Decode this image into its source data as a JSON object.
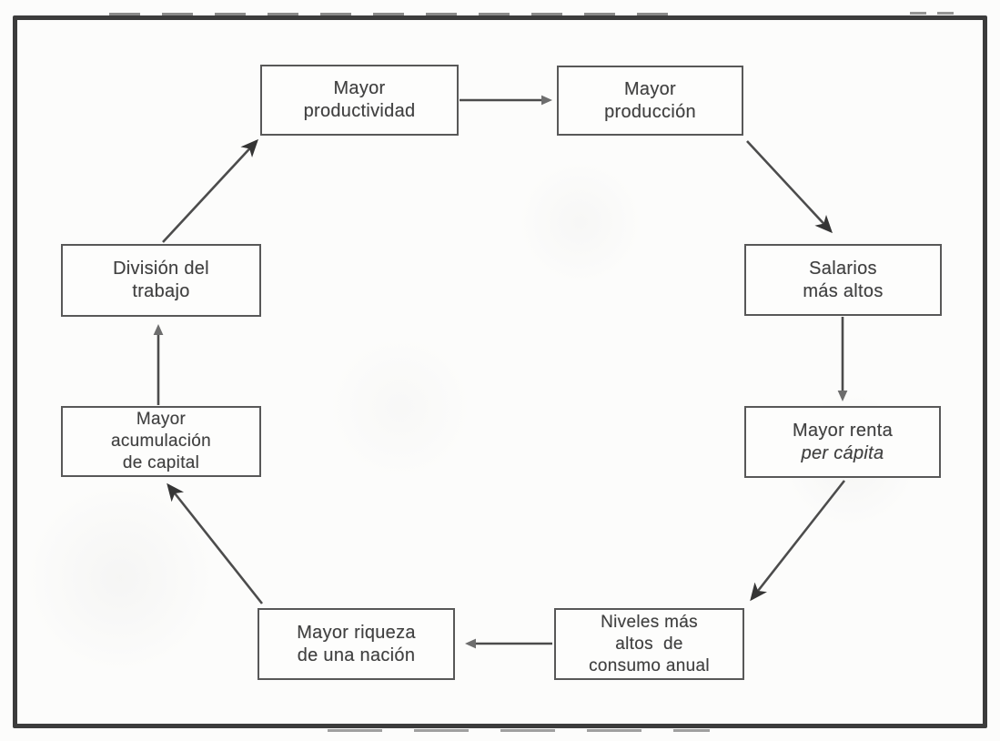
{
  "diagram": {
    "nodes": {
      "productividad": {
        "lines": [
          "Mayor",
          "productividad"
        ]
      },
      "produccion": {
        "lines": [
          "Mayor",
          "producción"
        ]
      },
      "salarios": {
        "lines": [
          "Salarios",
          "más altos"
        ]
      },
      "renta": {
        "lines": [
          "Mayor renta",
          "per cápita"
        ]
      },
      "niveles": {
        "lines": [
          "Niveles más",
          "altos  de",
          "consumo anual"
        ]
      },
      "riqueza": {
        "lines": [
          "Mayor riqueza",
          "de una nación"
        ]
      },
      "acumulacion": {
        "lines": [
          "Mayor",
          "acumulación",
          "de capital"
        ]
      },
      "division": {
        "lines": [
          "División del",
          "trabajo"
        ]
      }
    },
    "edges": [
      {
        "from": "division",
        "to": "productividad"
      },
      {
        "from": "productividad",
        "to": "produccion"
      },
      {
        "from": "produccion",
        "to": "salarios"
      },
      {
        "from": "salarios",
        "to": "renta"
      },
      {
        "from": "renta",
        "to": "niveles"
      },
      {
        "from": "niveles",
        "to": "riqueza"
      },
      {
        "from": "riqueza",
        "to": "acumulacion"
      },
      {
        "from": "acumulacion",
        "to": "division"
      }
    ],
    "colors": {
      "line": "#4c4c4c",
      "box_border": "#585858",
      "text": "#414141",
      "frame": "#3c3c3c",
      "background": "#fcfcfb"
    }
  }
}
